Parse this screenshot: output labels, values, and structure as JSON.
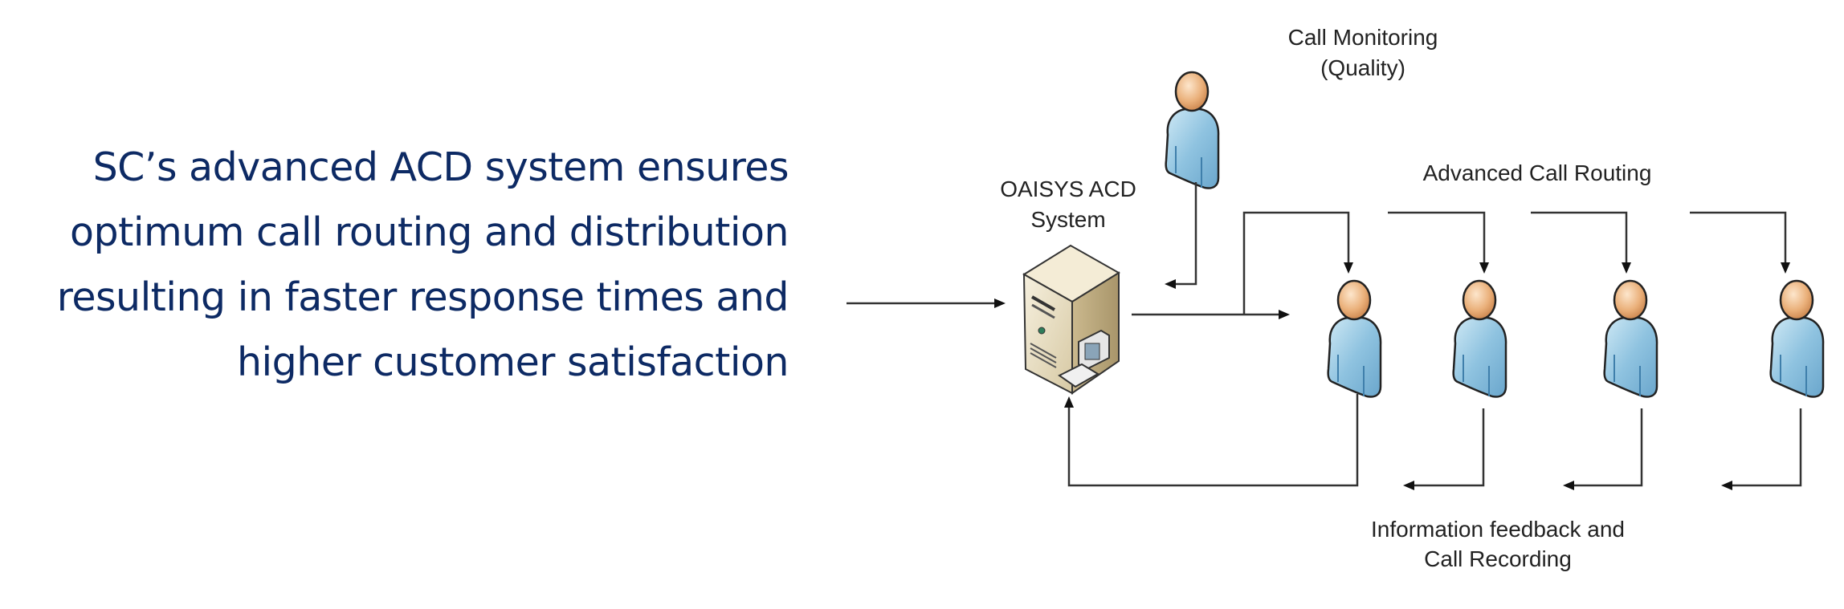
{
  "statement": {
    "lines": [
      "SC’s advanced ACD system ensures",
      "optimum call routing and distribution",
      "resulting in faster response times and",
      "higher customer satisfaction"
    ],
    "color": "#0d2a64"
  },
  "diagram": {
    "labels": {
      "monitoring_line1": "Call Monitoring",
      "monitoring_line2": "(Quality)",
      "acd_line1": "OAISYS ACD",
      "acd_line2": "System",
      "routing": "Advanced Call Routing",
      "feedback_line1": "Information feedback and",
      "feedback_line2": "Call Recording"
    },
    "nodes": {
      "server": "acd-server-icon",
      "supervisor": "person-icon",
      "agents": [
        "person-icon",
        "person-icon",
        "person-icon",
        "person-icon"
      ]
    },
    "colors": {
      "person_body": "#8fc3e0",
      "person_head": "#e8a86a",
      "server": "#e2d6b8",
      "lines": "#333333"
    }
  }
}
